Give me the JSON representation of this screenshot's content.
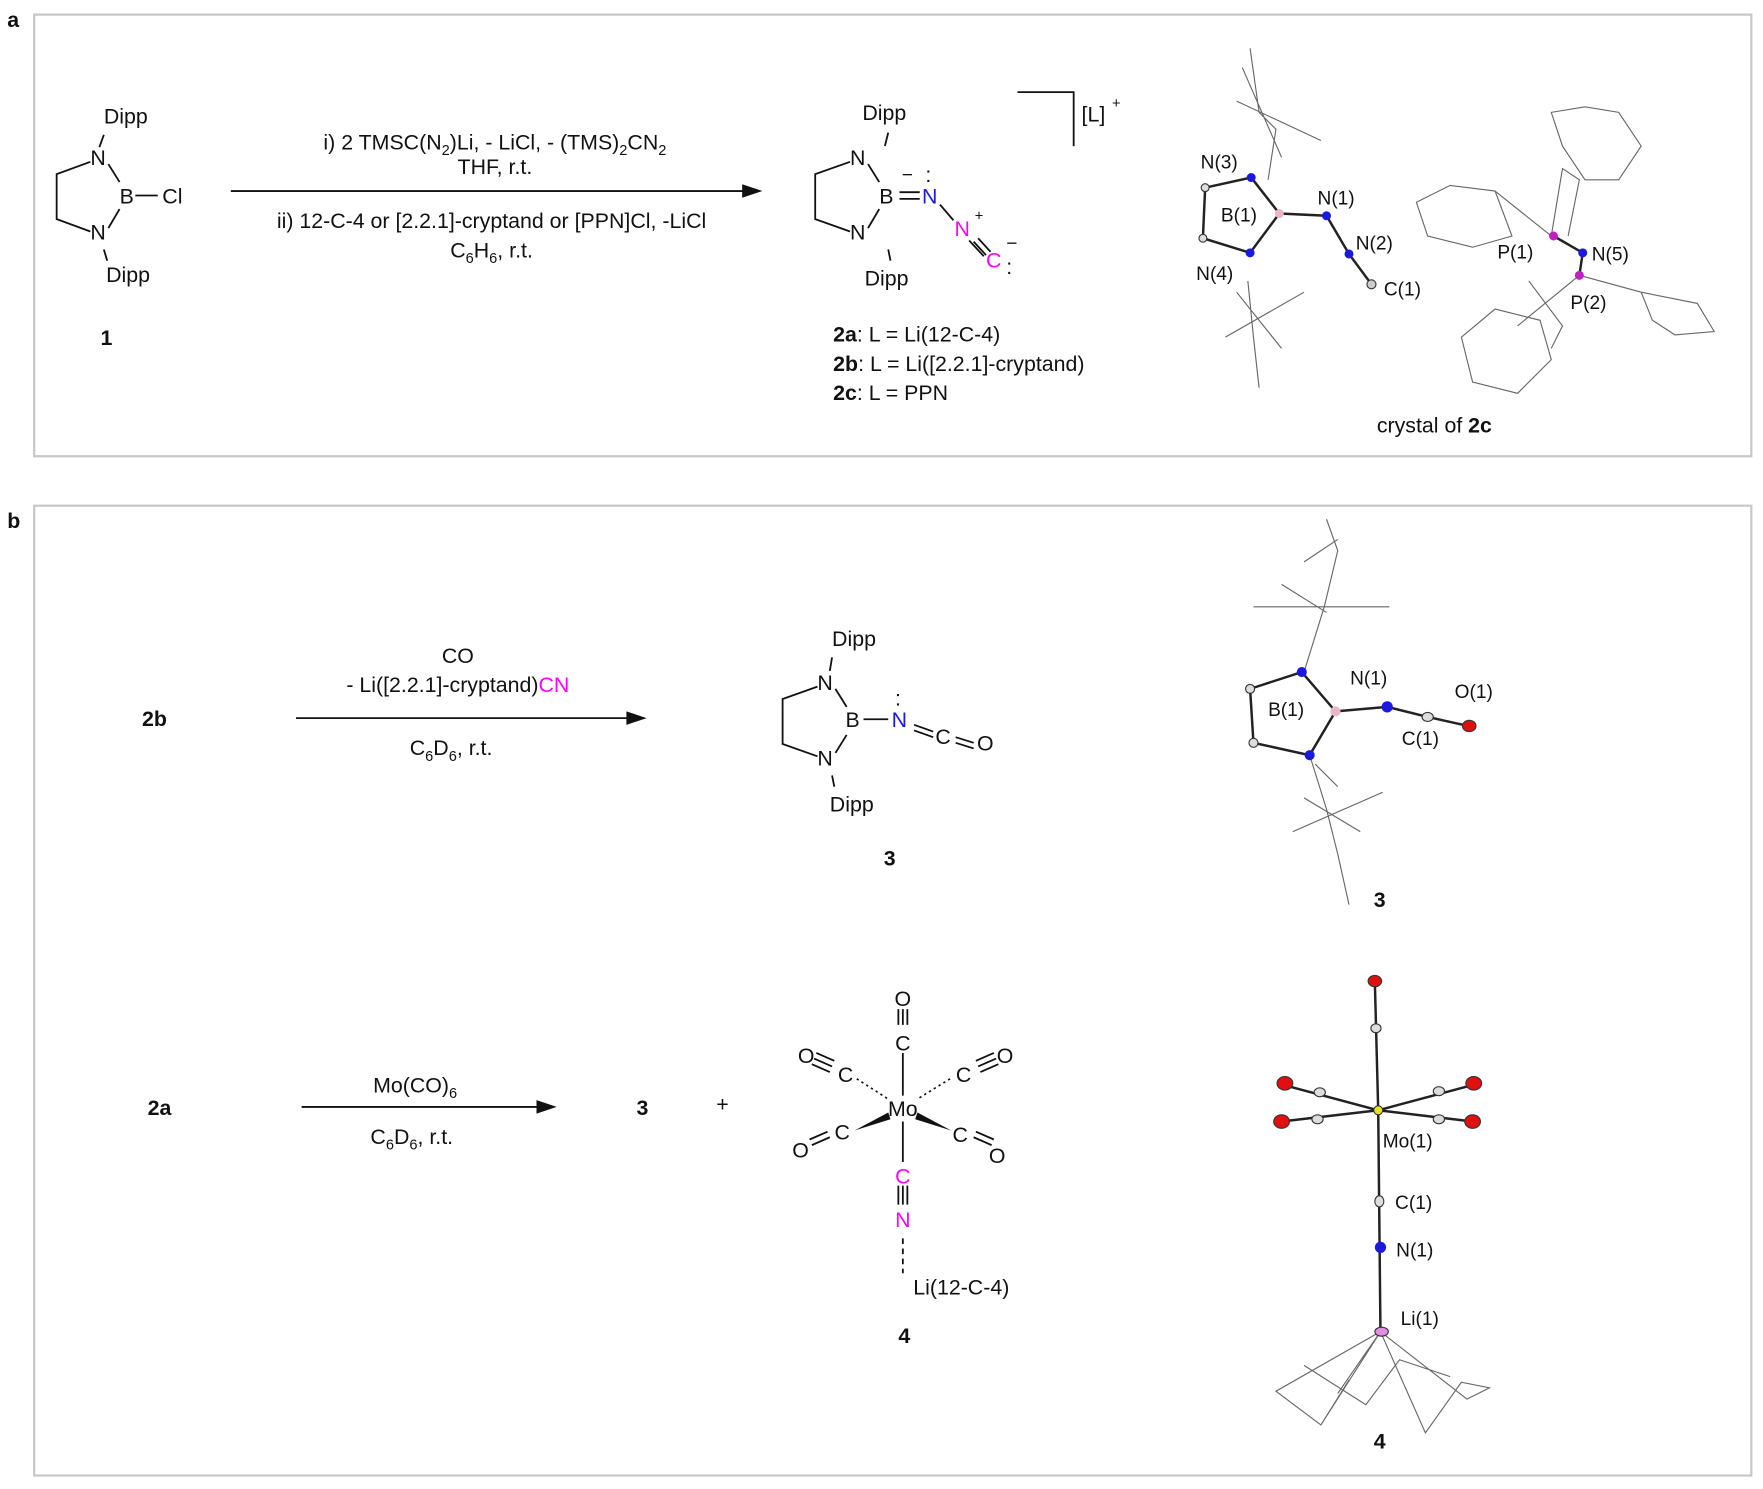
{
  "panel_a": {
    "label": "a",
    "compound1": {
      "dipp_top": "Dipp",
      "dipp_bottom": "Dipp",
      "N": "N",
      "B": "B",
      "Cl": "Cl",
      "number": "1"
    },
    "conditions_top": {
      "line1": [
        "i) 2 TMSC(N",
        "2",
        ")Li, - LiCl, - (TMS)",
        "2",
        "CN",
        "2"
      ],
      "line2": "THF, r.t."
    },
    "conditions_bottom": {
      "line1": "ii) 12-C-4  or  [2.2.1]-cryptand or [PPN]Cl, -LiCl",
      "line2": [
        "C",
        "6",
        "H",
        "6",
        ", r.t."
      ]
    },
    "product2": {
      "dipp_top": "Dipp",
      "dipp_bottom": "Dipp",
      "N": "N",
      "B": "B",
      "N_alpha": "N",
      "N_beta": "N",
      "C_term": "C",
      "minus": "−",
      "plus": "+",
      "counterion": "[L]",
      "counterion_charge": "+"
    },
    "variants": [
      {
        "id": "2a",
        "text": ": L = Li(12-C-4)"
      },
      {
        "id": "2b",
        "text": ": L = Li([2.2.1]-cryptand)"
      },
      {
        "id": "2c",
        "text": ": L = PPN"
      }
    ],
    "crystal": {
      "atoms": [
        "N(3)",
        "B(1)",
        "N(1)",
        "N(2)",
        "N(4)",
        "C(1)",
        "P(1)",
        "N(5)",
        "P(2)"
      ],
      "caption_prefix": "crystal of ",
      "caption_bold": "2c"
    }
  },
  "panel_b": {
    "label": "b",
    "reaction1": {
      "reactant": "2b",
      "above1": "CO",
      "above2_prefix": "- Li([2.2.1]-cryptand)",
      "above2_highlight": "CN",
      "below": [
        "C",
        "6",
        "D",
        "6",
        ", r.t."
      ]
    },
    "product3": {
      "dipp_top": "Dipp",
      "dipp_bottom": "Dipp",
      "N": "N",
      "B": "B",
      "N_iso": "N",
      "C": "C",
      "O": "O",
      "number": "3"
    },
    "crystal3": {
      "atoms": [
        "B(1)",
        "N(1)",
        "O(1)",
        "C(1)"
      ],
      "number": "3"
    },
    "reaction2": {
      "reactant": "2a",
      "above": [
        "Mo(CO)",
        "6"
      ],
      "below": [
        "C",
        "6",
        "D",
        "6",
        ", r.t."
      ],
      "product": "3",
      "plus": "+"
    },
    "complex4": {
      "metal": "Mo",
      "C": "C",
      "O": "O",
      "N": "N",
      "Li": "Li(12-C-4)",
      "number": "4"
    },
    "crystal4": {
      "atoms": [
        "Mo(1)",
        "C(1)",
        "N(1)",
        "Li(1)"
      ],
      "number": "4"
    }
  },
  "colors": {
    "blue": "#1a1adf",
    "magenta": "#ff00ff",
    "red": "#e01010",
    "frame": "#c8c8c8"
  }
}
